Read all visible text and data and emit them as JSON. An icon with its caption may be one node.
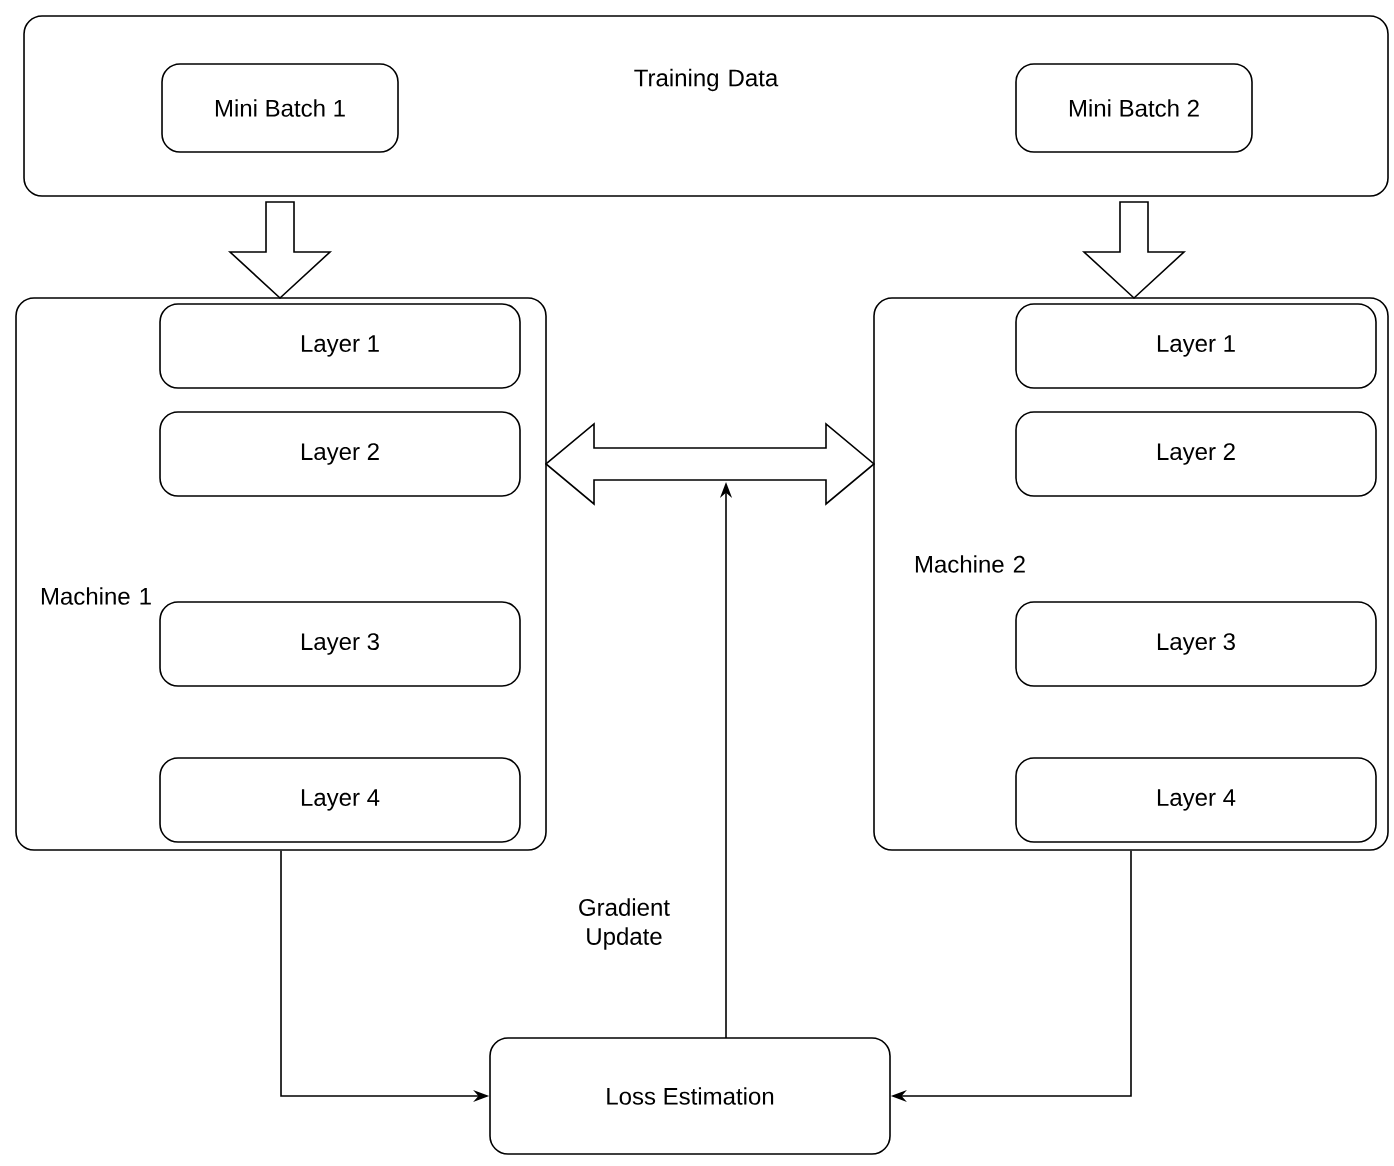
{
  "diagram": {
    "nodes": [
      {
        "text": [
          "Training Data"
        ]
      },
      {
        "text": [
          "Mini Batch 1"
        ],
        "in": 0
      },
      {
        "text": [
          "Mini Batch 2"
        ],
        "in": 0
      },
      {
        "text": [
          "Machine 1"
        ]
      },
      {
        "text": [
          "Layer 1"
        ],
        "in": 3
      },
      {
        "text": [
          "Layer 2"
        ],
        "in": 3
      },
      {
        "text": [
          "Layer 3"
        ],
        "in": 3
      },
      {
        "text": [
          "Layer 4"
        ],
        "in": 3
      },
      {
        "text": [
          "Machine 2"
        ]
      },
      {
        "text": [
          "Layer 1"
        ],
        "in": 8
      },
      {
        "text": [
          "Layer 2"
        ],
        "in": 8
      },
      {
        "text": [
          "Layer 3"
        ],
        "in": 8
      },
      {
        "text": [
          "Layer 4"
        ],
        "in": 8
      },
      {
        "text": [
          "Loss Estimation"
        ]
      }
    ],
    "edges": [
      {
        "from": 1,
        "to": 3,
        "arrow": "to",
        "style": "thick"
      },
      {
        "from": 2,
        "to": 8,
        "arrow": "to",
        "style": "thick"
      },
      {
        "from": 3,
        "to": 8,
        "arrow": "both",
        "style": "thick"
      },
      {
        "from": 3,
        "to": 13,
        "arrow": "to"
      },
      {
        "from": 8,
        "to": 13,
        "arrow": "to"
      },
      {
        "from": 13,
        "to": null,
        "arrow": "to",
        "label": "Gradient Update"
      }
    ]
  }
}
